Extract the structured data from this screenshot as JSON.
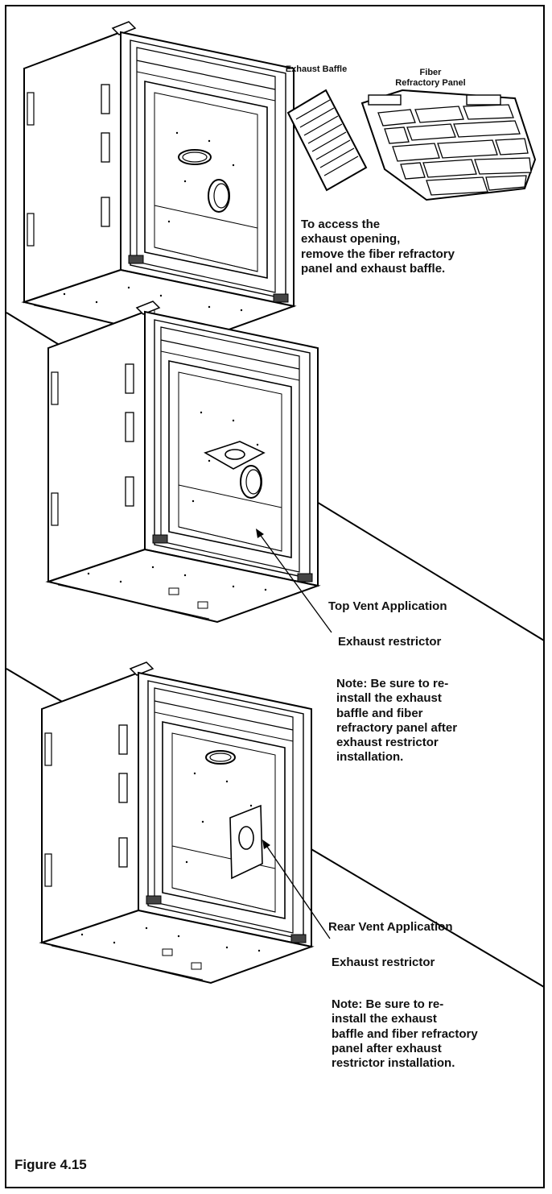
{
  "figure": {
    "caption": "Figure 4.15"
  },
  "panel1": {
    "part_left": "Exhaust Baffle",
    "part_right_line1": "Fiber",
    "part_right_line2": "Refractory Panel",
    "instruction": [
      "To access the",
      "exhaust opening,",
      "remove the fiber refractory",
      "panel and exhaust baffle."
    ]
  },
  "panel2": {
    "heading": "Top Vent Application",
    "callout": "Exhaust restrictor",
    "note": [
      "Note: Be sure to re-",
      "install the exhaust",
      "baffle and fiber",
      "refractory panel after",
      "exhaust restrictor",
      "installation."
    ]
  },
  "panel3": {
    "heading": "Rear Vent Application",
    "callout": "Exhaust restrictor",
    "note": [
      "Note: Be sure to re-",
      "install the exhaust",
      "baffle and fiber refractory",
      "panel after exhaust",
      "restrictor installation."
    ]
  }
}
